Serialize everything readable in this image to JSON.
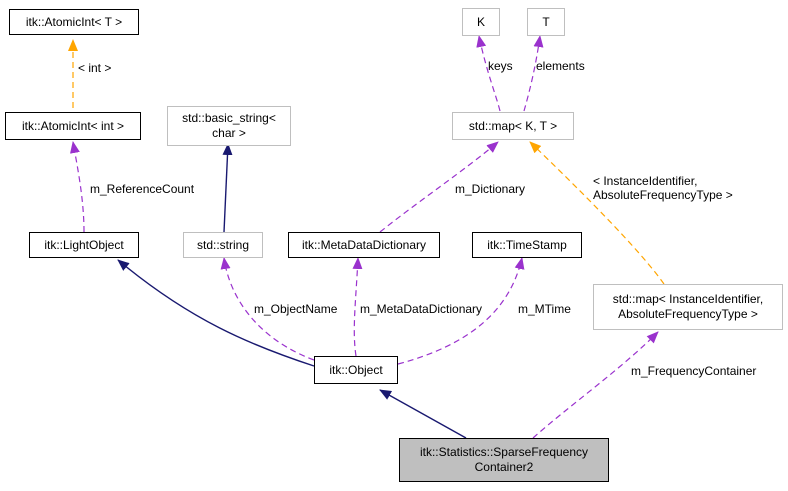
{
  "colors": {
    "inheritance": "#191970",
    "member": "#9a32cd",
    "template": "#ffa500",
    "external_border": "#bfbfbf",
    "focus_fill": "#bfbfbf"
  },
  "nodes": {
    "atomic_int_t": {
      "lines": [
        "itk::AtomicInt< T >"
      ]
    },
    "atomic_int_int": {
      "lines": [
        "itk::AtomicInt< int >"
      ]
    },
    "light_object": {
      "lines": [
        "itk::LightObject"
      ]
    },
    "basic_string": {
      "lines": [
        "std::basic_string<",
        "char >"
      ]
    },
    "std_string": {
      "lines": [
        "std::string"
      ]
    },
    "meta_data_dictionary": {
      "lines": [
        "itk::MetaDataDictionary"
      ]
    },
    "time_stamp": {
      "lines": [
        "itk::TimeStamp"
      ]
    },
    "k": {
      "lines": [
        "K"
      ]
    },
    "t": {
      "lines": [
        "T"
      ]
    },
    "std_map_kt": {
      "lines": [
        "std::map< K, T >"
      ]
    },
    "std_map_instance": {
      "lines": [
        "std::map< InstanceIdentifier,",
        "AbsoluteFrequencyType >"
      ]
    },
    "object": {
      "lines": [
        "itk::Object"
      ]
    },
    "sparse_frequency_container": {
      "lines": [
        "itk::Statistics::SparseFrequency",
        "Container2"
      ]
    }
  },
  "edge_labels": {
    "int_template": [
      "< int >"
    ],
    "reference_count": [
      "m_ReferenceCount"
    ],
    "keys": [
      "keys"
    ],
    "elements": [
      "elements"
    ],
    "dictionary": [
      "m_Dictionary"
    ],
    "instance_template": [
      "< InstanceIdentifier,",
      "AbsoluteFrequencyType >"
    ],
    "object_name": [
      "m_ObjectName"
    ],
    "meta_data_dictionary": [
      "m_MetaDataDictionary"
    ],
    "mtime": [
      "m_MTime"
    ],
    "frequency_container": [
      "m_FrequencyContainer"
    ]
  }
}
